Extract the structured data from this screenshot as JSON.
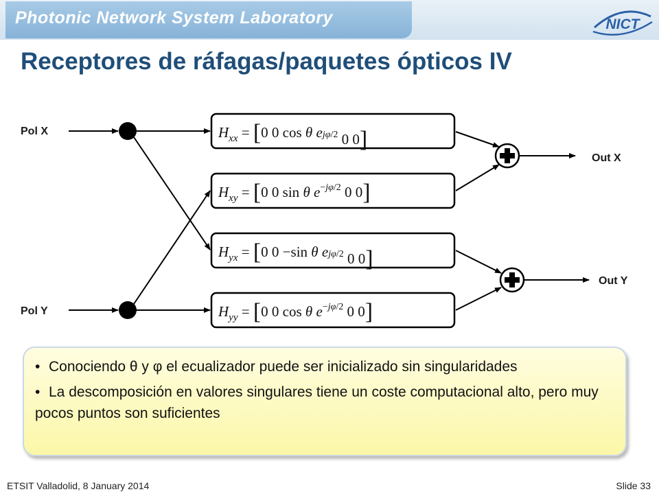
{
  "header": {
    "lab_name": "Photonic Network System Laboratory",
    "logo_text": "NICT"
  },
  "slide": {
    "title": "Receptores de ráfagas/paquetes ópticos IV"
  },
  "diagram": {
    "inputs": [
      "Pol X",
      "Pol Y"
    ],
    "outputs": [
      "Out X",
      "Out Y"
    ],
    "filters": [
      {
        "sym": "H",
        "sub": "xx",
        "sign": "",
        "fn": "cos",
        "exp_sign": ""
      },
      {
        "sym": "H",
        "sub": "xy",
        "sign": "",
        "fn": "sin",
        "exp_sign": "−"
      },
      {
        "sym": "H",
        "sub": "yx",
        "sign": "−",
        "fn": "sin",
        "exp_sign": ""
      },
      {
        "sym": "H",
        "sub": "yy",
        "sign": "",
        "fn": "cos",
        "exp_sign": "−"
      }
    ],
    "eq_parts": {
      "equals": "=",
      "lbracket": "[",
      "rbracket": "]",
      "zeros": "0 0",
      "theta": "θ",
      "e": "e",
      "exp_j": "j",
      "exp_phi": "φ",
      "exp_den": "/2"
    },
    "adder_symbol": "+"
  },
  "notes": {
    "bullet_glyph": "•",
    "bullets": [
      "Conociendo θ y φ el ecualizador puede ser inicializado sin singularidades",
      "La descomposición en valores singulares tiene un coste computacional alto, pero muy pocos puntos son suficientes"
    ]
  },
  "footer": {
    "left": "ETSIT Valladolid, 8 January 2014",
    "right": "Slide 33"
  }
}
